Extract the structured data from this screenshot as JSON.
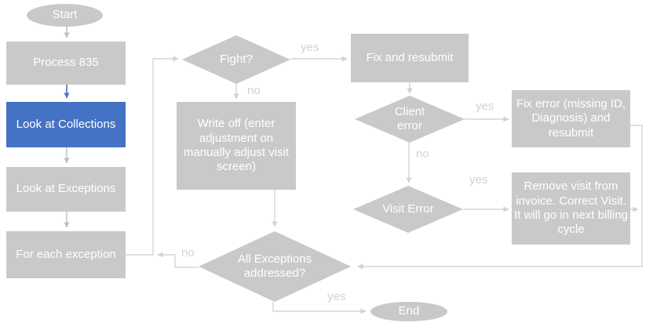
{
  "colors": {
    "node_gray": "#c9c9c9",
    "accent_blue": "#4472c4",
    "connector": "#d6d6d6",
    "connector_dark": "#bdbdbd",
    "node_text": "#ffffff",
    "label_gray": "#d2d2d2",
    "bg": "#ffffff"
  },
  "nodes": {
    "start": {
      "label": "Start",
      "type": "terminator"
    },
    "process_835": {
      "label": "Process 835",
      "type": "process"
    },
    "look_at_collections": {
      "label": "Look at Collections",
      "type": "process",
      "highlighted": true
    },
    "look_at_exceptions": {
      "label": "Look at Exceptions",
      "type": "process"
    },
    "for_each_exception": {
      "label": "For each exception",
      "type": "process"
    },
    "fight": {
      "label": "Fight?",
      "type": "decision"
    },
    "fix_and_resubmit": {
      "label": "Fix and resubmit",
      "type": "process"
    },
    "write_off": {
      "label": "Write off (enter adjustment on manually adjust visit screen)",
      "type": "process"
    },
    "client_error": {
      "label": "Client error",
      "type": "decision"
    },
    "fix_error": {
      "label": "Fix error (missing ID, Diagnosis) and resubmit",
      "type": "process"
    },
    "visit_error": {
      "label": "Visit Error",
      "type": "decision"
    },
    "remove_visit": {
      "label": "Remove visit from invoice. Correct Visit. It will go in next billing cycle",
      "type": "process"
    },
    "all_exceptions_addressed": {
      "label": "All Exceptions addressed?",
      "type": "decision"
    },
    "end": {
      "label": "End",
      "type": "terminator"
    }
  },
  "edge_labels": {
    "fight_yes": "yes",
    "fight_no": "no",
    "client_error_yes": "yes",
    "client_error_no": "no",
    "visit_error_yes": "yes",
    "all_exceptions_no": "no",
    "all_exceptions_yes": "yes"
  }
}
